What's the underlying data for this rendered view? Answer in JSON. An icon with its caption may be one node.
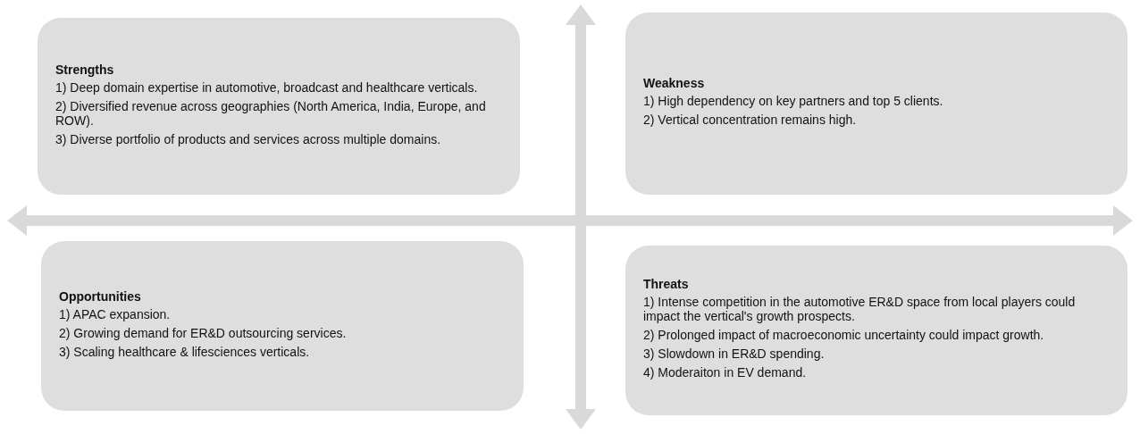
{
  "diagram": {
    "nodes": [
      {
        "text": [
          "Strengths",
          "1) Deep domain expertise in automotive, broadcast and healthcare verticals.",
          "2) Diversified revenue across geographies (North America, India,  Europe, and ROW).",
          "3) Diverse portfolio of products and services across multiple domains."
        ]
      },
      {
        "text": [
          "Weakness",
          "1) High dependency on key partners and top 5 clients.",
          "2) Vertical concentration remains high."
        ]
      },
      {
        "text": [
          "Opportunities",
          "1) APAC expansion.",
          "2) Growing demand for ER&D outsourcing services.",
          "3) Scaling healthcare & lifesciences verticals."
        ]
      },
      {
        "text": [
          "Threats",
          "1) Intense competition in the automotive ER&D space from  local players could impact the vertical's growth prospects.",
          "2) Prolonged impact of macroeconomic uncertainty could impact growth.",
          "3) Slowdown in ER&D spending.",
          "4) Moderaiton in EV demand."
        ]
      }
    ]
  }
}
